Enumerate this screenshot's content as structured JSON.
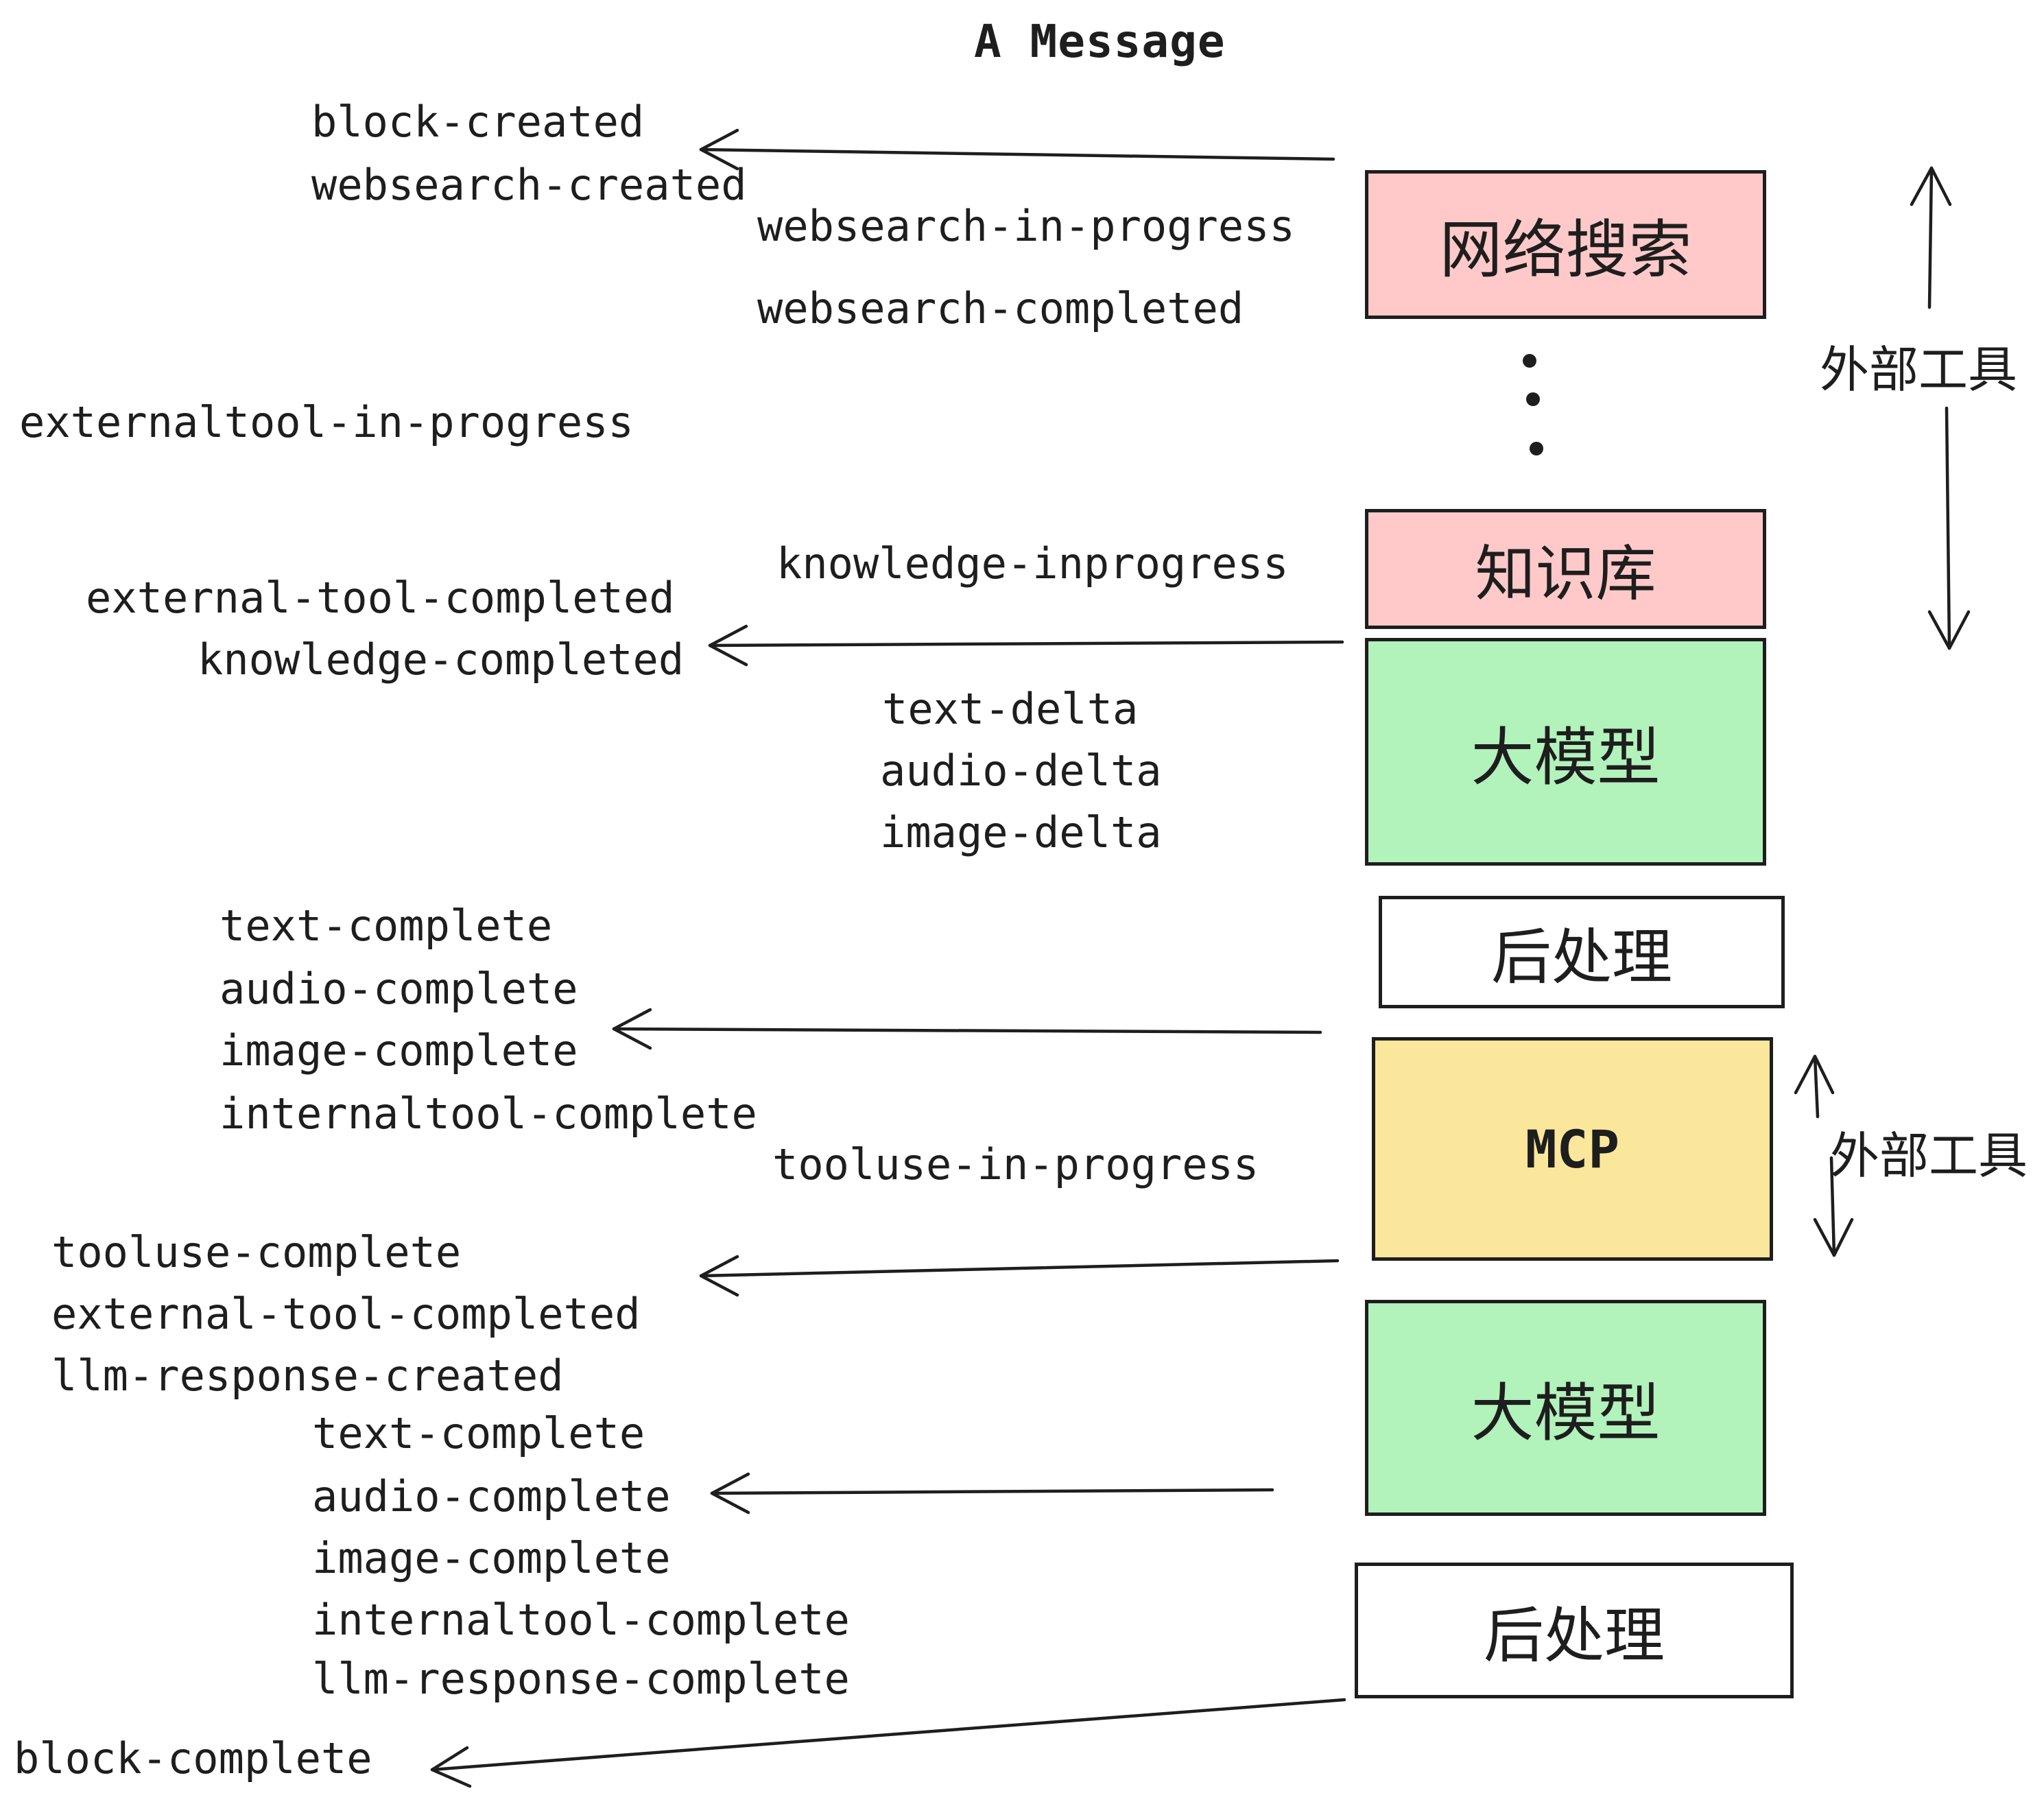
{
  "diagram": {
    "title": "A Message",
    "boxes": [
      {
        "id": "websearch",
        "label": "网络搜索",
        "fill": "#ffc9c9"
      },
      {
        "id": "knowledge",
        "label": "知识库",
        "fill": "#ffc9c9"
      },
      {
        "id": "llm-1",
        "label": "大模型",
        "fill": "#b2f2bb"
      },
      {
        "id": "post-process-1",
        "label": "后处理",
        "fill": "#ffffff"
      },
      {
        "id": "mcp",
        "label": "MCP",
        "fill": "#fbe79b"
      },
      {
        "id": "llm-2",
        "label": "大模型",
        "fill": "#b2f2bb"
      },
      {
        "id": "post-process-2",
        "label": "后处理",
        "fill": "#ffffff"
      }
    ],
    "side_labels": [
      {
        "id": "external-tools-top",
        "text": "外部工具"
      },
      {
        "id": "external-tools-mcp",
        "text": "外部工具"
      }
    ],
    "events": [
      {
        "id": "block-created",
        "text": "block-created"
      },
      {
        "id": "websearch-created",
        "text": "websearch-created"
      },
      {
        "id": "websearch-in-progress",
        "text": "websearch-in-progress"
      },
      {
        "id": "websearch-completed",
        "text": "websearch-completed"
      },
      {
        "id": "externaltool-in-progress",
        "text": "externaltool-in-progress"
      },
      {
        "id": "knowledge-inprogress",
        "text": "knowledge-inprogress"
      },
      {
        "id": "external-tool-completed",
        "text": "external-tool-completed"
      },
      {
        "id": "knowledge-completed",
        "text": "knowledge-completed"
      },
      {
        "id": "text-delta-1",
        "text": "text-delta"
      },
      {
        "id": "audio-delta-1",
        "text": "audio-delta"
      },
      {
        "id": "image-delta-1",
        "text": "image-delta"
      },
      {
        "id": "text-complete-1",
        "text": "text-complete"
      },
      {
        "id": "audio-complete-1",
        "text": "audio-complete"
      },
      {
        "id": "image-complete-1",
        "text": "image-complete"
      },
      {
        "id": "internaltool-complete-1",
        "text": "internaltool-complete"
      },
      {
        "id": "tooluse-in-progress",
        "text": "tooluse-in-progress"
      },
      {
        "id": "tooluse-complete",
        "text": "tooluse-complete"
      },
      {
        "id": "external-tool-completed-2",
        "text": "external-tool-completed"
      },
      {
        "id": "llm-response-created",
        "text": "llm-response-created"
      },
      {
        "id": "text-complete-2",
        "text": "text-complete"
      },
      {
        "id": "audio-complete-2",
        "text": "audio-complete"
      },
      {
        "id": "image-complete-2",
        "text": "image-complete"
      },
      {
        "id": "internaltool-complete-2",
        "text": "internaltool-complete"
      },
      {
        "id": "llm-response-complete",
        "text": "llm-response-complete"
      },
      {
        "id": "block-complete",
        "text": "block-complete"
      }
    ],
    "colors": {
      "stroke": "#1e1e1e",
      "background": "#ffffff",
      "box_pink": "#ffc9c9",
      "box_green": "#b2f2bb",
      "box_yellow": "#fbe79b",
      "box_white": "#ffffff"
    }
  }
}
